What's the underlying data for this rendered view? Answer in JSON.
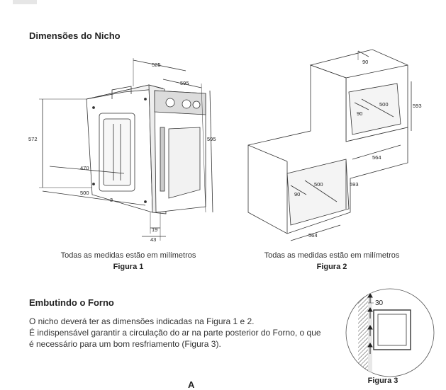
{
  "section1": {
    "title": "Dimensões do Nicho"
  },
  "figure1": {
    "caption": "Todas as medidas estão em milímetros",
    "label": "Figura 1",
    "dims": {
      "d525": "525",
      "d595_top": "595",
      "d595_side": "595",
      "d572": "572",
      "d470": "470",
      "d500": "500",
      "d19": "19",
      "d43": "43",
      "d3": "3"
    }
  },
  "figure2": {
    "caption": "Todas as medidas estão em milímetros",
    "label": "Figura 2",
    "dims": {
      "d90_top": "90",
      "d90_upper": "90",
      "d500_upper": "500",
      "d593_upper": "593",
      "d564_upper": "564",
      "d90_lower": "90",
      "d500_lower": "500",
      "d593_lower": "593",
      "d564_lower": "564"
    }
  },
  "section2": {
    "title": "Embutindo o Forno",
    "lines": [
      "O nicho deverá ter as dimensões indicadas na Figura 1 e 2.",
      "É indispensável garantir a circulação do ar na parte posterior do Forno, o que",
      "é necessário para um bom resfriamento (Figura 3)."
    ]
  },
  "figure3": {
    "label": "Figura 3",
    "dims": {
      "d30": "30"
    }
  },
  "page": {
    "marker": "A"
  }
}
